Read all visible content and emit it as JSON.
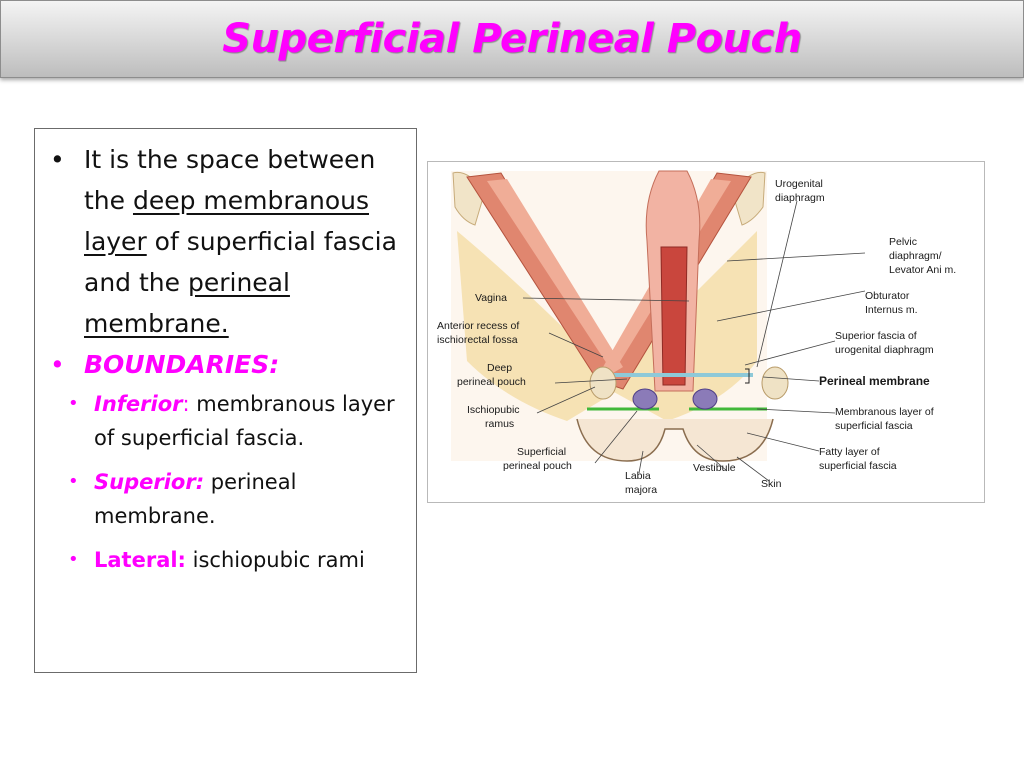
{
  "slide": {
    "title": "Superficial Perineal Pouch",
    "title_color": "#ff00ff"
  },
  "bullet1": {
    "pre1": "It is the space between the ",
    "term1": "deep membranous layer",
    "mid": " of superficial fascia and the ",
    "term2": "perineal membrane."
  },
  "bullet2": {
    "label": "BOUNDARIES:",
    "color": "#ff00ff"
  },
  "boundaries": [
    {
      "label": "Inferior",
      "sep": ": ",
      "text": "membranous layer of superficial fascia."
    },
    {
      "label": "Superior:",
      "sep": " ",
      "text": "perineal membrane."
    },
    {
      "label": "Lateral:",
      "sep": " ",
      "text": "ischiopubic rami"
    }
  ],
  "boundary_label_color": "#ff00ff",
  "figure": {
    "labels": {
      "urogenital_diaphragm": [
        "Urogenital",
        "diaphragm"
      ],
      "pelvic_diaphragm": [
        "Pelvic",
        "diaphragm/",
        "Levator Ani m."
      ],
      "obturator": [
        "Obturator",
        "Internus m."
      ],
      "superior_fascia": [
        "Superior fascia of",
        "urogenital diaphragm"
      ],
      "perineal_membrane": "Perineal membrane",
      "membranous_layer": [
        "Membranous layer of",
        "superficial fascia"
      ],
      "fatty_layer": [
        "Fatty layer of",
        "superficial fascia"
      ],
      "skin": "Skin",
      "vestibule": "Vestibule",
      "labia_majora": [
        "Labia",
        "majora"
      ],
      "superficial_pouch": [
        "Superficial",
        "perineal pouch"
      ],
      "ischiopubic_ramus": [
        "Ischiopubic",
        "ramus"
      ],
      "deep_pouch": [
        "Deep",
        "perineal pouch"
      ],
      "anterior_recess": [
        "Anterior recess of",
        "ischiorectal fossa"
      ],
      "vagina": "Vagina"
    }
  }
}
